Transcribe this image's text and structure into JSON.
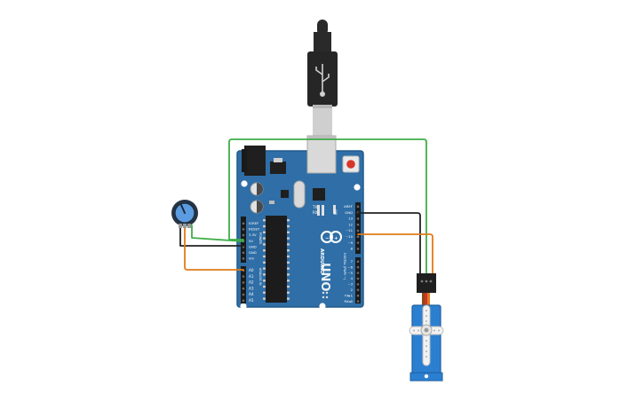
{
  "board": {
    "brand": "ARDUINO",
    "model": "UNO",
    "power_header_label": "POWER",
    "analog_header_label": "ANALOG IN",
    "digital_header_label": "DIGITAL (PWM ~)",
    "led_labels": [
      "TX",
      "RX"
    ],
    "on_label": "ON",
    "power_pins": [
      "IOREF",
      "RESET",
      "3.3V",
      "5V",
      "GND",
      "GND",
      "Vin"
    ],
    "analog_pins": [
      "A0",
      "A1",
      "A2",
      "A3",
      "A4",
      "A5"
    ],
    "digital_pins_top": [
      "AREF",
      "GND",
      "13",
      "12",
      "~11",
      "~10",
      "~9",
      "8"
    ],
    "digital_pins_bottom": [
      "7",
      "~6",
      "~5",
      "4",
      "~3",
      "2",
      "TX▸1",
      "RX◂0"
    ]
  },
  "colors": {
    "board": "#2f6ea6",
    "board_edge": "#245a8a",
    "wire_green": "#3fae49",
    "wire_black": "#222222",
    "wire_orange": "#e07b1a",
    "servo_body": "#2b7fd0",
    "usb_cable": "#2a2a2a"
  },
  "components": [
    {
      "name": "potentiometer",
      "icon": "potentiometer-knob-icon"
    },
    {
      "name": "servo",
      "icon": "micro-servo-icon"
    },
    {
      "name": "usb",
      "icon": "usb-b-plug-icon"
    }
  ]
}
